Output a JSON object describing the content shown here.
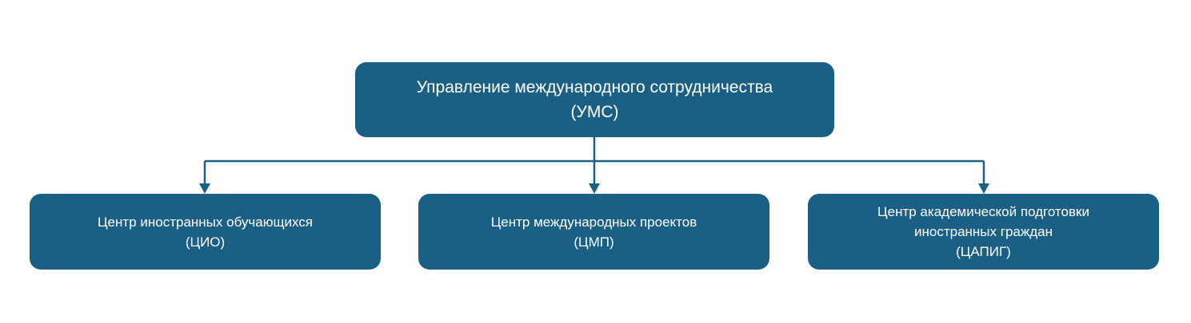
{
  "colors": {
    "node_fill": "#1a5f84",
    "node_text": "#ffffff",
    "connector": "#1a5f84",
    "background": "#ffffff"
  },
  "root": {
    "line1": "Управление международного сотрудничества",
    "line2": "(УМС)"
  },
  "children": [
    {
      "lines": [
        "Центр иностранных обучающихся",
        "(ЦИО)"
      ]
    },
    {
      "lines": [
        "Центр международных проектов",
        "(ЦМП)"
      ]
    },
    {
      "lines": [
        "Центр академической подготовки",
        "иностранных граждан",
        "(ЦАПИГ)"
      ]
    }
  ]
}
